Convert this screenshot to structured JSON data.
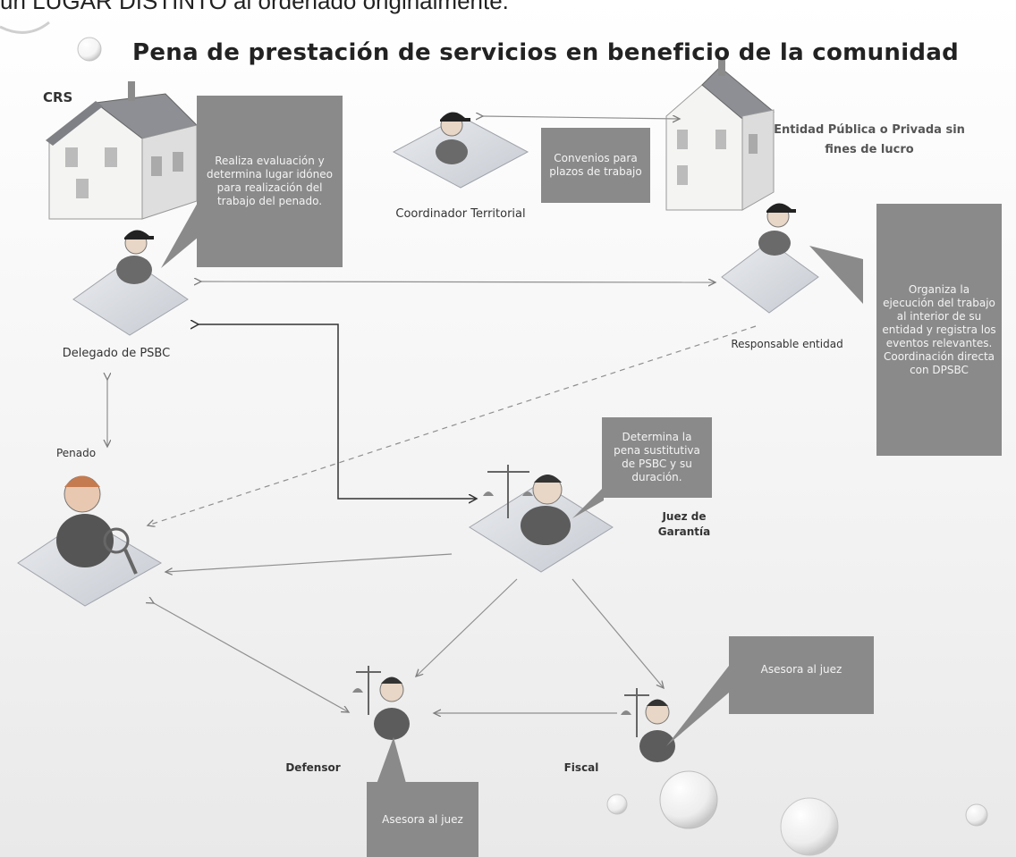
{
  "top_text": "un LUGAR DISTINTO al ordenado originalmente.",
  "title": "Pena de prestación de servicios en beneficio de la comunidad",
  "actors": {
    "crs": "CRS",
    "entidad": "Entidad Pública o Privada sin fines de lucro",
    "coordinador": "Coordinador Territorial",
    "delegado": "Delegado de PSBC",
    "responsable": "Responsable entidad",
    "penado": "Penado",
    "juez": "Juez de Garantía",
    "defensor": "Defensor",
    "fiscal": "Fiscal"
  },
  "callouts": {
    "evaluacion": "Realiza evaluación y determina lugar idóneo para realización del trabajo del penado.",
    "convenios": "Convenios para plazos de trabajo",
    "organiza": "Organiza la ejecución del trabajo al interior de su entidad y registra los eventos relevantes. Coordinación directa con DPSBC",
    "determina": "Determina la pena sustitutiva de PSBC y su duración.",
    "asesora_fiscal": "Asesora al juez",
    "asesora_defensor": "Asesora al juez"
  },
  "colors": {
    "callout_bg": "#8a8a8a",
    "platform": "#d9dce1",
    "arrow": "#8f8f8f"
  }
}
